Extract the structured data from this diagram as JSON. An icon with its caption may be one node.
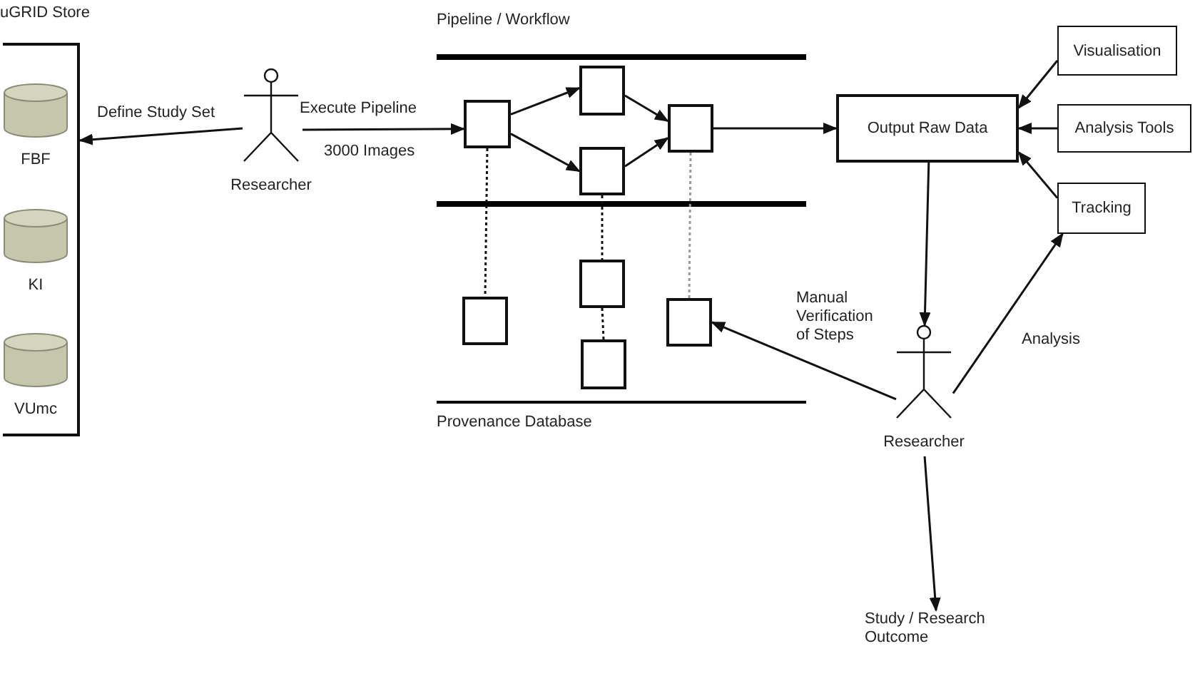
{
  "diagram": {
    "nodes": [
      {
        "text": [
          "uGRID Store"
        ]
      },
      {
        "text": [
          "FBF"
        ],
        "in": 0
      },
      {
        "text": [
          "KI"
        ],
        "in": 0
      },
      {
        "text": [
          "VUmc"
        ],
        "in": 0
      },
      {
        "text": [
          "Researcher"
        ]
      },
      {
        "text": [],
        "shape": "box"
      },
      {
        "text": [],
        "shape": "box"
      },
      {
        "text": [],
        "shape": "box"
      },
      {
        "text": [],
        "shape": "box"
      },
      {
        "text": [],
        "shape": "box"
      },
      {
        "text": [],
        "shape": "box"
      },
      {
        "text": [],
        "shape": "box"
      },
      {
        "text": [],
        "shape": "box"
      },
      {
        "text": [
          "Output Raw Data"
        ]
      },
      {
        "text": [
          "Visualisation"
        ]
      },
      {
        "text": [
          "Analysis Tools"
        ]
      },
      {
        "text": [
          "Tracking"
        ]
      },
      {
        "text": [
          "Researcher"
        ]
      },
      {
        "text": [
          "Study / Research Outcome"
        ]
      }
    ],
    "edges": [
      {
        "from": 4,
        "to": 0,
        "arrow": "to",
        "label": "Define Study Set"
      },
      {
        "from": 4,
        "to": 5,
        "arrow": "to",
        "label": "Execute Pipeline"
      },
      {
        "from": 5,
        "to": 6,
        "arrow": "to"
      },
      {
        "from": 5,
        "to": 7,
        "arrow": "to"
      },
      {
        "from": 6,
        "to": 8,
        "arrow": "to"
      },
      {
        "from": 7,
        "to": 8,
        "arrow": "to"
      },
      {
        "from": 5,
        "to": 9,
        "arrow": "none",
        "style": "dashed"
      },
      {
        "from": 7,
        "to": 10,
        "arrow": "none",
        "style": "dashed"
      },
      {
        "from": 10,
        "to": 11,
        "arrow": "none",
        "style": "dashed"
      },
      {
        "from": 8,
        "to": 12,
        "arrow": "none",
        "style": "dashed",
        "color": "#999999"
      },
      {
        "from": 8,
        "to": 13,
        "arrow": "to"
      },
      {
        "from": 14,
        "to": 13,
        "arrow": "to"
      },
      {
        "from": 15,
        "to": 13,
        "arrow": "to"
      },
      {
        "from": 16,
        "to": 13,
        "arrow": "to"
      },
      {
        "from": 13,
        "to": 17,
        "arrow": "to"
      },
      {
        "from": 17,
        "to": 12,
        "arrow": "to",
        "label": "Manual Verification of Steps"
      },
      {
        "from": 17,
        "to": 16,
        "arrow": "to",
        "label": "Analysis"
      },
      {
        "from": 17,
        "to": 18,
        "arrow": "to"
      }
    ],
    "labels": [
      "Pipeline / Workflow",
      "3000 Images",
      "Provenance Database"
    ]
  }
}
